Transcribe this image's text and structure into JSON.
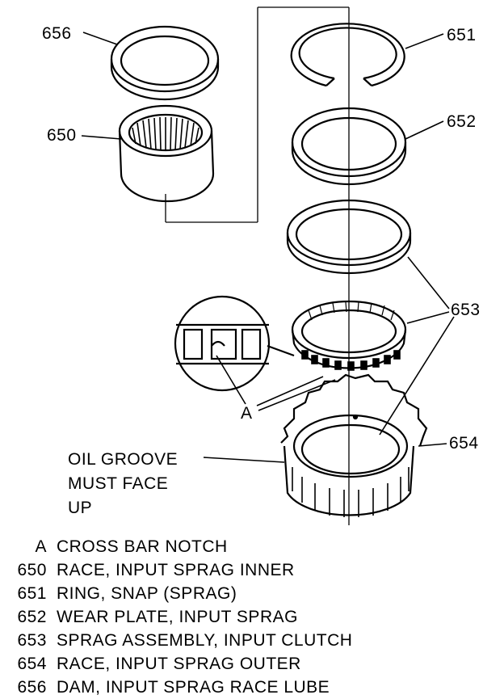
{
  "callouts": {
    "c656": "656",
    "c650": "650",
    "c651": "651",
    "c652": "652",
    "c653": "653",
    "c654": "654",
    "cA": "A"
  },
  "note": {
    "line1": "OIL GROOVE",
    "line2": "MUST FACE",
    "line3": "UP"
  },
  "legend": [
    {
      "key": "A",
      "text": "CROSS BAR NOTCH"
    },
    {
      "key": "650",
      "text": "RACE, INPUT SPRAG INNER"
    },
    {
      "key": "651",
      "text": "RING, SNAP (SPRAG)"
    },
    {
      "key": "652",
      "text": "WEAR PLATE, INPUT SPRAG"
    },
    {
      "key": "653",
      "text": "SPRAG ASSEMBLY, INPUT CLUTCH"
    },
    {
      "key": "654",
      "text": "RACE, INPUT SPRAG OUTER"
    },
    {
      "key": "656",
      "text": "DAM, INPUT SPRAG RACE LUBE"
    }
  ]
}
